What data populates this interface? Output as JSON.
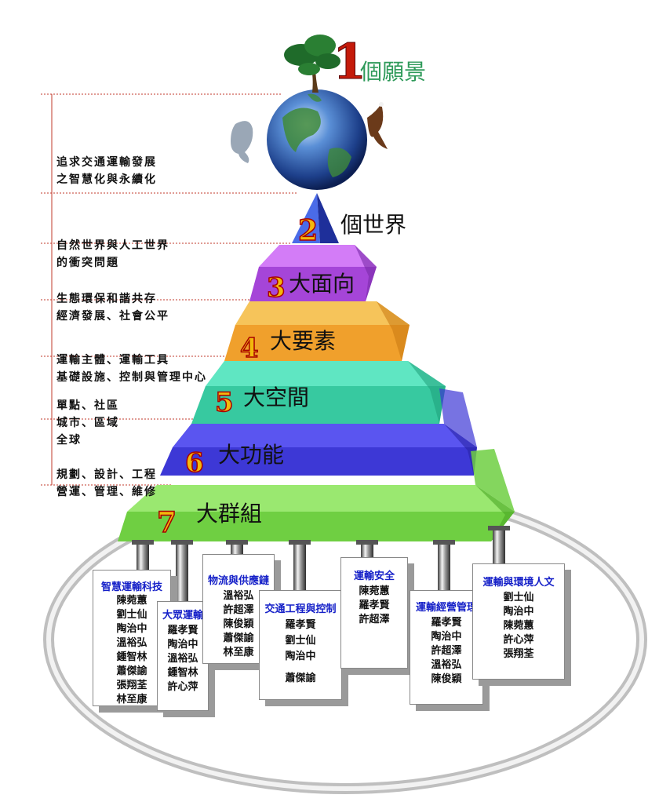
{
  "vision": {
    "number": "1",
    "title": "個願景"
  },
  "levels": [
    {
      "number": "2",
      "title": "個世界"
    },
    {
      "number": "3",
      "title": "大面向"
    },
    {
      "number": "4",
      "title": "大要素"
    },
    {
      "number": "5",
      "title": "大空間"
    },
    {
      "number": "6",
      "title": "大功能"
    },
    {
      "number": "7",
      "title": "大群組"
    }
  ],
  "descriptions": [
    {
      "lines": [
        "追求交通運輸發展",
        "之智慧化與永續化"
      ]
    },
    {
      "lines": [
        "自然世界與人工世界",
        "的衝突問題"
      ]
    },
    {
      "lines": [
        "生態環保和諧共存",
        "經濟發展、社會公平"
      ]
    },
    {
      "lines": [
        "運輸主體、運輸工具",
        "基礎設施、控制與管理中心"
      ]
    },
    {
      "lines": [
        "單點、社區",
        "城市、區域",
        "全球"
      ]
    },
    {
      "lines": [
        "規劃、設計、工程",
        "營運、管理、維修"
      ]
    }
  ],
  "groups": [
    {
      "title": "智慧運輸科技",
      "members": [
        "陳菀蕙",
        "劉士仙",
        "陶治中",
        "溫裕弘",
        "鍾智林",
        "蕭傑諭",
        "張翔荃",
        "林至康"
      ]
    },
    {
      "title": "大眾運輸",
      "members": [
        "羅孝賢",
        "陶治中",
        "溫裕弘",
        "鍾智林",
        "許心萍"
      ]
    },
    {
      "title": "物流與供應鏈",
      "members": [
        "溫裕弘",
        "許超澤",
        "陳俊穎",
        "蕭傑諭",
        "林至康"
      ]
    },
    {
      "title": "交通工程與控制",
      "members": [
        "羅孝賢",
        "劉士仙",
        "陶治中",
        "蕭傑諭"
      ]
    },
    {
      "title": "運輸安全",
      "members": [
        "陳菀蕙",
        "羅孝賢",
        "許超澤"
      ]
    },
    {
      "title": "運輸經營管理",
      "members": [
        "羅孝賢",
        "陶治中",
        "許超澤",
        "溫裕弘",
        "陳俊穎"
      ]
    },
    {
      "title": "運輸與環境人文",
      "members": [
        "劉士仙",
        "陶治中",
        "陳菀蕙",
        "許心萍",
        "張翔荃"
      ]
    }
  ],
  "colors": {
    "number_fill": "#f2b90c",
    "number_stroke": "#a80000",
    "vision_number": "#c41a0a",
    "vision_title": "#2f9a5a",
    "group_title": "#1520c8",
    "tier_top": [
      "#4a6be8",
      "#d37cf7",
      "#f6c45a",
      "#5fe6c2",
      "#5a55f0",
      "#9ae870"
    ],
    "tier_front": [
      "#2e45c6",
      "#a545d8",
      "#f0a02c",
      "#37c9a0",
      "#3d38d6",
      "#6fcf42"
    ],
    "tier_side": [
      "#1e2f9a",
      "#7a2ba8",
      "#c97812",
      "#1f9f7a",
      "#2620a0",
      "#4ba624"
    ]
  }
}
